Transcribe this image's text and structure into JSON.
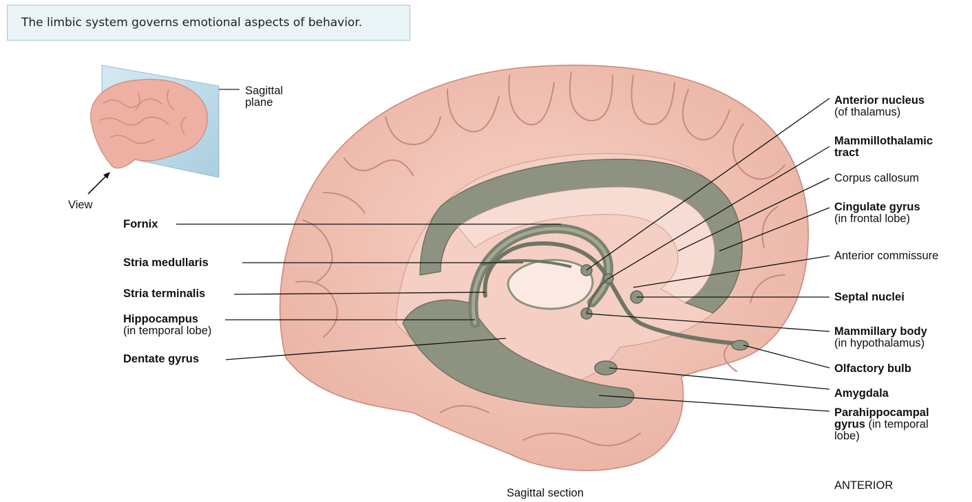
{
  "caption": "The limbic system governs emotional aspects of behavior.",
  "inset": {
    "plane_label_line1": "Sagittal",
    "plane_label_line2": "plane",
    "view_label": "View"
  },
  "left_labels": {
    "fornix": "Fornix",
    "stria_medullaris": "Stria medullaris",
    "stria_terminalis": "Stria terminalis",
    "hippocampus": "Hippocampus",
    "hippocampus_sub": "(in temporal lobe)",
    "dentate_gyrus": "Dentate gyrus"
  },
  "right_labels": {
    "anterior_nucleus": "Anterior nucleus",
    "anterior_nucleus_sub": "(of thalamus)",
    "mammillothalamic_1": "Mammillothalamic",
    "mammillothalamic_2": "tract",
    "corpus_callosum": "Corpus callosum",
    "cingulate_gyrus": "Cingulate gyrus",
    "cingulate_gyrus_sub": "(in frontal lobe)",
    "anterior_commissure": "Anterior commissure",
    "septal_nuclei": "Septal nuclei",
    "mammillary_body": "Mammillary body",
    "mammillary_body_sub": "(in hypothalamus)",
    "olfactory_bulb": "Olfactory bulb",
    "amygdala": "Amygdala",
    "parahippocampal_1": "Parahippocampal",
    "parahippocampal_2": "gyrus",
    "parahippocampal_2b": " (in temporal",
    "parahippocampal_3": "lobe)"
  },
  "footer": {
    "section_label": "Sagittal section",
    "direction_label": "ANTERIOR"
  },
  "colors": {
    "brain_pink": "#f2c3b6",
    "brain_pink_dark": "#d99a8a",
    "limbic_green": "#8d9380",
    "limbic_green_dark": "#5f6656",
    "plane_blue": "#a9cfe2"
  }
}
